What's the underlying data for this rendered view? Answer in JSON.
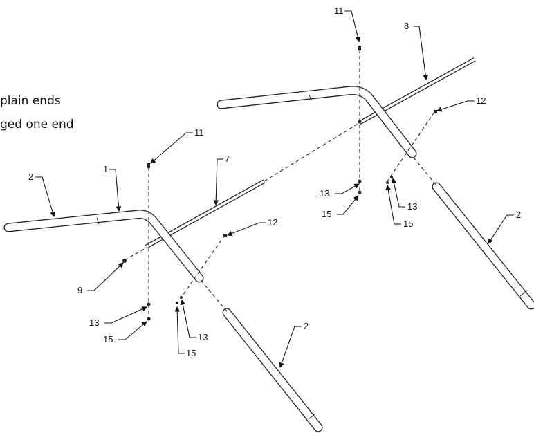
{
  "notes": {
    "line1": "plain ends",
    "line2": "ged one end"
  },
  "callouts": [
    {
      "id": "c11a",
      "text": "11"
    },
    {
      "id": "c8",
      "text": "8"
    },
    {
      "id": "c12a",
      "text": "12"
    },
    {
      "id": "c11b",
      "text": "11"
    },
    {
      "id": "c7",
      "text": "7"
    },
    {
      "id": "c1",
      "text": "1"
    },
    {
      "id": "c2a",
      "text": "2"
    },
    {
      "id": "c13a",
      "text": "13"
    },
    {
      "id": "c15a",
      "text": "15"
    },
    {
      "id": "c13b",
      "text": "13"
    },
    {
      "id": "c15b",
      "text": "15"
    },
    {
      "id": "c2b",
      "text": "2"
    },
    {
      "id": "c12b",
      "text": "12"
    },
    {
      "id": "c9",
      "text": "9"
    },
    {
      "id": "c13c",
      "text": "13"
    },
    {
      "id": "c15c",
      "text": "15"
    },
    {
      "id": "c13d",
      "text": "13"
    },
    {
      "id": "c15d",
      "text": "15"
    },
    {
      "id": "c2c",
      "text": "2"
    }
  ]
}
